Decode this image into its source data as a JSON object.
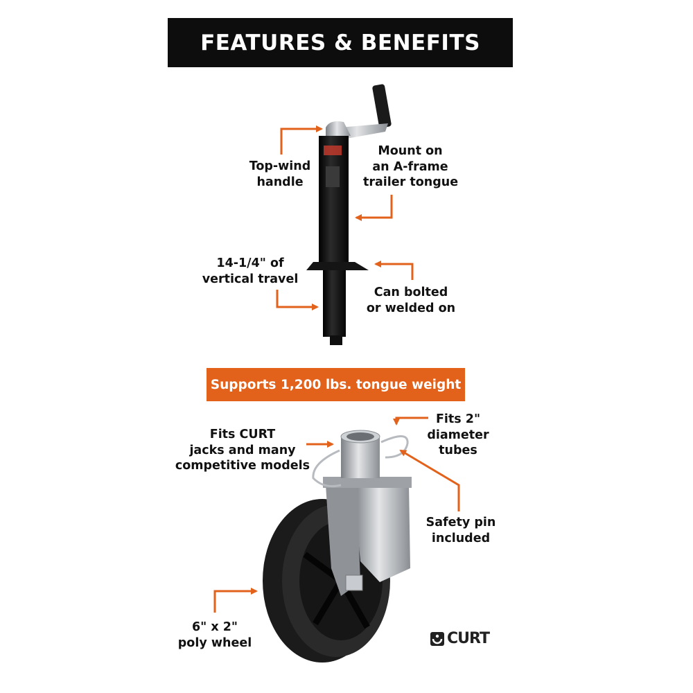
{
  "header": {
    "title": "FEATURES & BENEFITS"
  },
  "jack": {
    "callouts": {
      "top_wind": [
        "Top-wind",
        "handle"
      ],
      "mount": [
        "Mount on",
        "an A-frame",
        "trailer tongue"
      ],
      "travel": [
        "14-1/4\" of",
        "vertical travel"
      ],
      "bolted": [
        "Can bolted",
        "or welded on"
      ]
    }
  },
  "banner": {
    "text": "Supports 1,200 lbs. tongue weight"
  },
  "caster": {
    "callouts": {
      "fits_curt": [
        "Fits CURT",
        "jacks and many",
        "competitive models"
      ],
      "fits_2": [
        "Fits 2\"",
        "diameter",
        "tubes"
      ],
      "safety_pin": [
        "Safety pin",
        "included"
      ],
      "wheel": [
        "6\" x 2\"",
        "poly wheel"
      ]
    }
  },
  "brand": {
    "logo_text": "CURT"
  },
  "colors": {
    "accent": "#e2621b",
    "dark": "#0d0d0d",
    "steel": "#a9adb2"
  }
}
